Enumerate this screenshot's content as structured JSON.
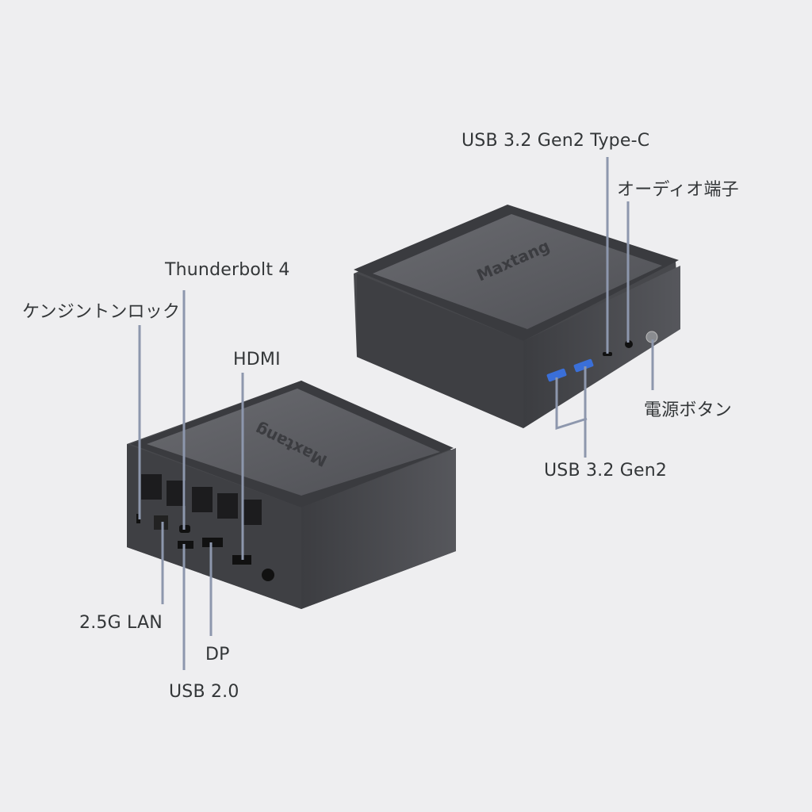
{
  "product": {
    "brand": "Maxtang",
    "front_unit": {
      "labels": {
        "usb_c": "USB 3.2 Gen2 Type-C",
        "audio": "オーディオ端子",
        "power": "電源ボタン",
        "usb_a": "USB 3.2 Gen2"
      }
    },
    "rear_unit": {
      "labels": {
        "kensington": "ケンジントンロック",
        "thunderbolt": "Thunderbolt 4",
        "hdmi": "HDMI",
        "lan": "2.5G LAN",
        "dp": "DP",
        "usb2": "USB 2.0"
      }
    }
  },
  "colors": {
    "background": "#eeeef0",
    "body": "#4a4b4f",
    "top": "#5a5b5f",
    "callout_line": "#8d97ad",
    "usb_blue": "#3a6fd8",
    "text": "#333638"
  }
}
